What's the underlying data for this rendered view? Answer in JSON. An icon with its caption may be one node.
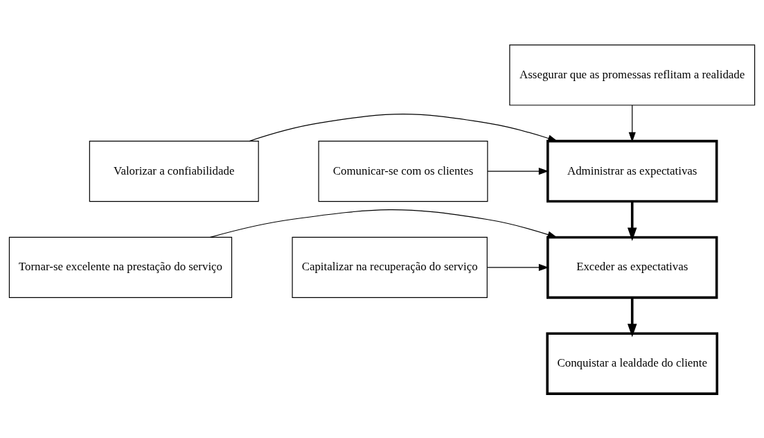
{
  "diagram": {
    "nodes": [
      {
        "text": [
          "Assegurar que as promessas reflitam a realidade"
        ]
      },
      {
        "text": [
          "Valorizar a confiabilidade"
        ]
      },
      {
        "text": [
          "Administrar as expectativas"
        ]
      },
      {
        "text": [
          "Comunicar-se com os clientes"
        ]
      },
      {
        "text": [
          "Tornar-se excelente na prestação do serviço"
        ]
      },
      {
        "text": [
          "Exceder as expectativas"
        ]
      },
      {
        "text": [
          "Capitalizar na recuperação do serviço"
        ]
      },
      {
        "text": [
          "Conquistar a lealdade do cliente"
        ]
      }
    ],
    "edges": [
      {
        "from": 0,
        "to": 2,
        "arrow": "to"
      },
      {
        "from": 1,
        "to": 2,
        "arrow": "to"
      },
      {
        "from": 3,
        "to": 2,
        "arrow": "to"
      },
      {
        "from": 2,
        "to": 5,
        "arrow": "to",
        "style": "thick"
      },
      {
        "from": 4,
        "to": 5,
        "arrow": "to"
      },
      {
        "from": 6,
        "to": 5,
        "arrow": "to"
      },
      {
        "from": 5,
        "to": 7,
        "arrow": "to",
        "style": "thick"
      }
    ]
  }
}
